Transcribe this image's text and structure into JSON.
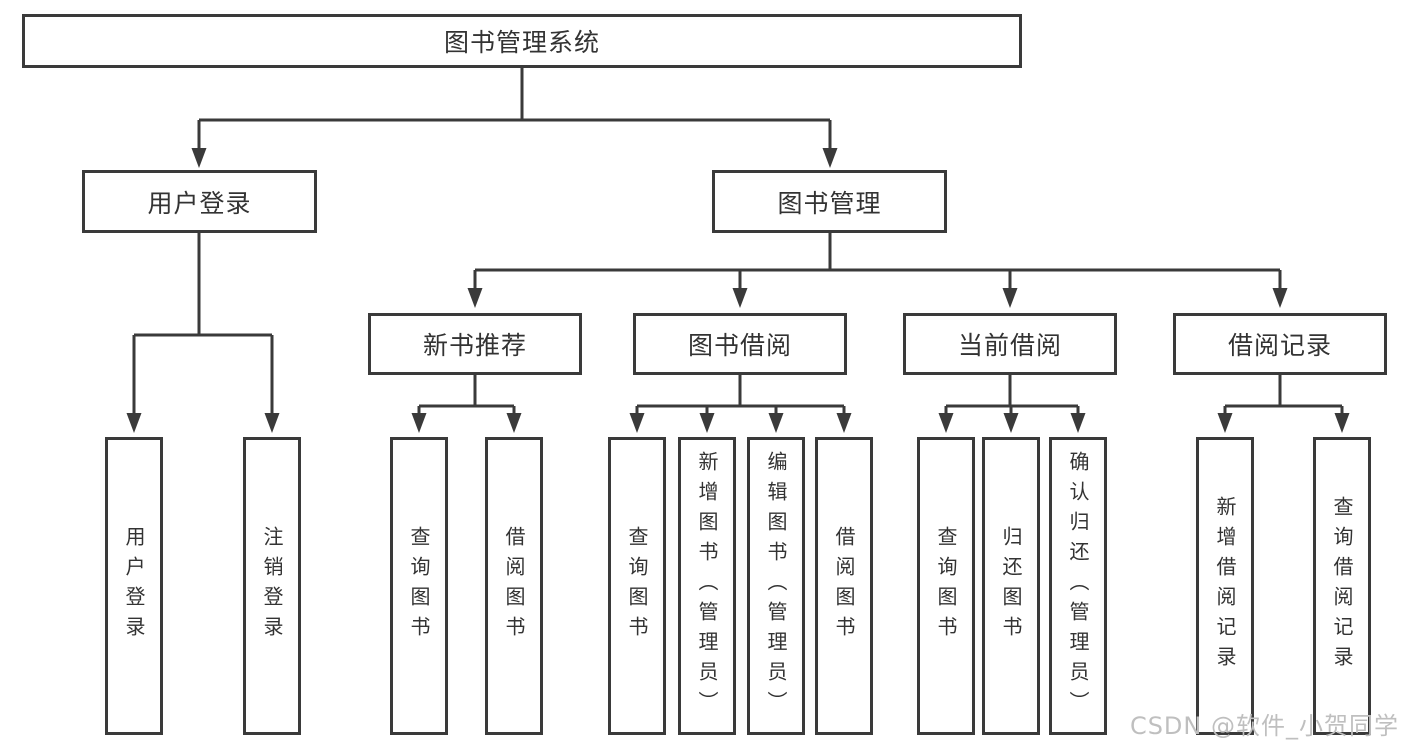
{
  "nodes": {
    "root": "图书管理系统",
    "level2": [
      "用户登录",
      "图书管理"
    ],
    "level3": [
      "新书推荐",
      "图书借阅",
      "当前借阅",
      "借阅记录"
    ],
    "login_children": [
      "用户登录",
      "注销登录"
    ],
    "recommend_children": [
      "查询图书",
      "借阅图书"
    ],
    "borrow_children": [
      "查询图书",
      "新增图书（管理员）",
      "编辑图书（管理员）",
      "借阅图书"
    ],
    "current_children": [
      "查询图书",
      "归还图书",
      "确认归还（管理员）"
    ],
    "record_children": [
      "新增借阅记录",
      "查询借阅记录"
    ]
  },
  "watermark": "CSDN @软件_小贺同学",
  "colors": {
    "line": "#3a3a3a",
    "text": "#333333",
    "background": "#ffffff",
    "watermark": "#bfbfbf"
  }
}
